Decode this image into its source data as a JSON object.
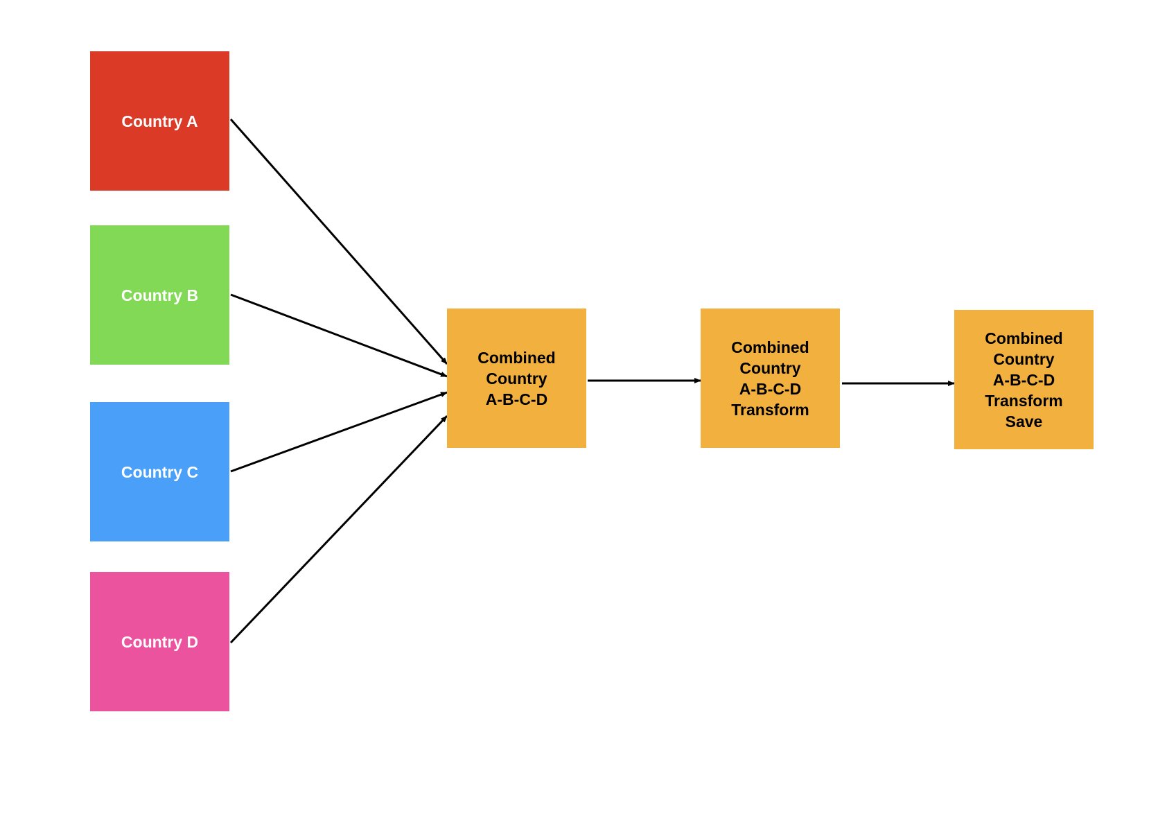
{
  "colors": {
    "country_a": "#DA3A26",
    "country_b": "#82D955",
    "country_c": "#4A9FF8",
    "country_d": "#EC539E",
    "stage": "#F2B13E",
    "arrow": "#000000"
  },
  "nodes": {
    "country_a": {
      "label": "Country A"
    },
    "country_b": {
      "label": "Country B"
    },
    "country_c": {
      "label": "Country C"
    },
    "country_d": {
      "label": "Country D"
    },
    "combined": {
      "label": "Combined\nCountry\nA-B-C-D"
    },
    "transform": {
      "label": "Combined\nCountry\nA-B-C-D\nTransform"
    },
    "save": {
      "label": "Combined\nCountry\nA-B-C-D\nTransform\nSave"
    }
  },
  "edges": [
    {
      "from": "country_a",
      "to": "combined"
    },
    {
      "from": "country_b",
      "to": "combined"
    },
    {
      "from": "country_c",
      "to": "combined"
    },
    {
      "from": "country_d",
      "to": "combined"
    },
    {
      "from": "combined",
      "to": "transform"
    },
    {
      "from": "transform",
      "to": "save"
    }
  ]
}
